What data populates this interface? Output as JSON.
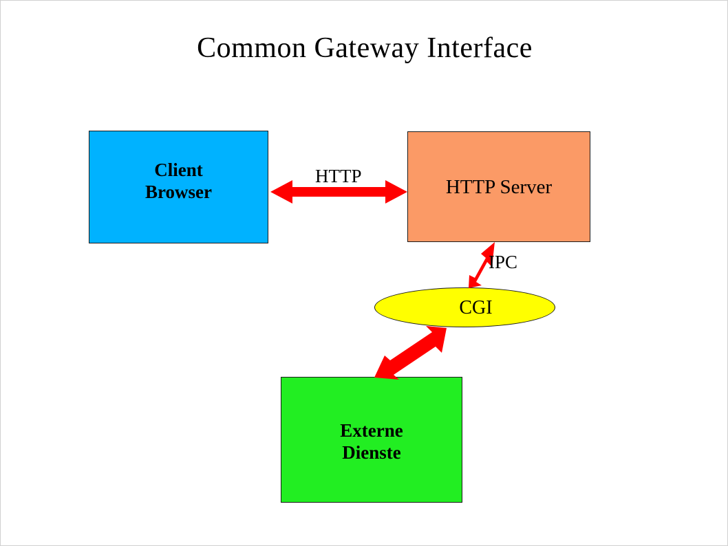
{
  "slide": {
    "title": "Common Gateway Interface",
    "background_color": "#ffffff"
  },
  "diagram": {
    "type": "flow-diagram",
    "nodes": [
      {
        "id": "client",
        "shape": "rectangle",
        "label": "Client\nBrowser",
        "label_line_1": "Client",
        "label_line_2": "Browser",
        "fill_color": "#00b2ff",
        "border_color": "#1a1a1a"
      },
      {
        "id": "server",
        "shape": "rectangle",
        "label": "HTTP Server",
        "fill_color": "#fb9a66",
        "border_color": "#1a1a1a"
      },
      {
        "id": "cgi",
        "shape": "ellipse",
        "label": "CGI",
        "fill_color": "#ffff00",
        "border_color": "#1a1a1a"
      },
      {
        "id": "extern",
        "shape": "rectangle",
        "label": "Externe\nDienste",
        "label_line_1": "Externe",
        "label_line_2": "Dienste",
        "fill_color": "#22ee22",
        "border_color": "#1a1a1a"
      }
    ],
    "edges": [
      {
        "id": "client-server",
        "from": "client",
        "to": "server",
        "label": "HTTP",
        "direction": "bidirectional",
        "color": "#ff0000"
      },
      {
        "id": "server-cgi",
        "from": "server",
        "to": "cgi",
        "label": "IPC",
        "direction": "bidirectional",
        "color": "#ff0000"
      },
      {
        "id": "cgi-extern",
        "from": "cgi",
        "to": "extern",
        "label": "",
        "direction": "bidirectional",
        "color": "#ff0000"
      }
    ]
  }
}
